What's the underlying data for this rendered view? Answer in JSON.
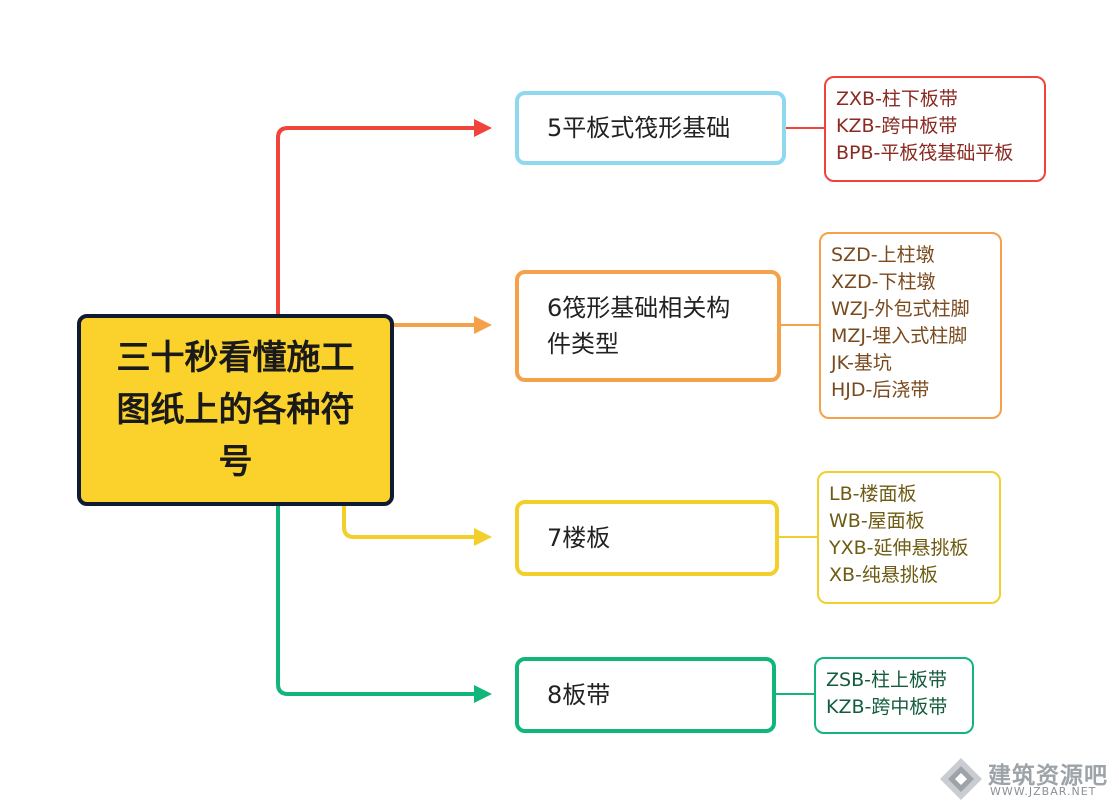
{
  "root": {
    "title": "三十秒看懂施工图纸上的各种符号"
  },
  "branches": [
    {
      "label": "5平板式筏形基础",
      "color": "#f0433a",
      "border": "#8fd8f0",
      "items": [
        "ZXB-柱下板带",
        "KZB-跨中板带",
        "BPB-平板筏基础平板"
      ],
      "text_color": "#8a2a22"
    },
    {
      "label": "6筏形基础相关构件类型",
      "color": "#f4a14a",
      "border": "#f4a14a",
      "items": [
        "SZD-上柱墩",
        "XZD-下柱墩",
        "WZJ-外包式柱脚",
        "MZJ-埋入式柱脚",
        "JK-基坑",
        "HJD-后浇带"
      ],
      "text_color": "#7a4a1e"
    },
    {
      "label": "7楼板",
      "color": "#f2cf2a",
      "border": "#f2cf2a",
      "items": [
        "LB-楼面板",
        "WB-屋面板",
        "YXB-延伸悬挑板",
        "XB-纯悬挑板"
      ],
      "text_color": "#6e5c14"
    },
    {
      "label": "8板带",
      "color": "#12b67a",
      "border": "#12b67a",
      "items": [
        "ZSB-柱上板带",
        "KZB-跨中板带"
      ],
      "text_color": "#145c3e"
    }
  ],
  "watermark": {
    "name": "建筑资源吧",
    "url": "WWW.JZBAR.NET"
  }
}
